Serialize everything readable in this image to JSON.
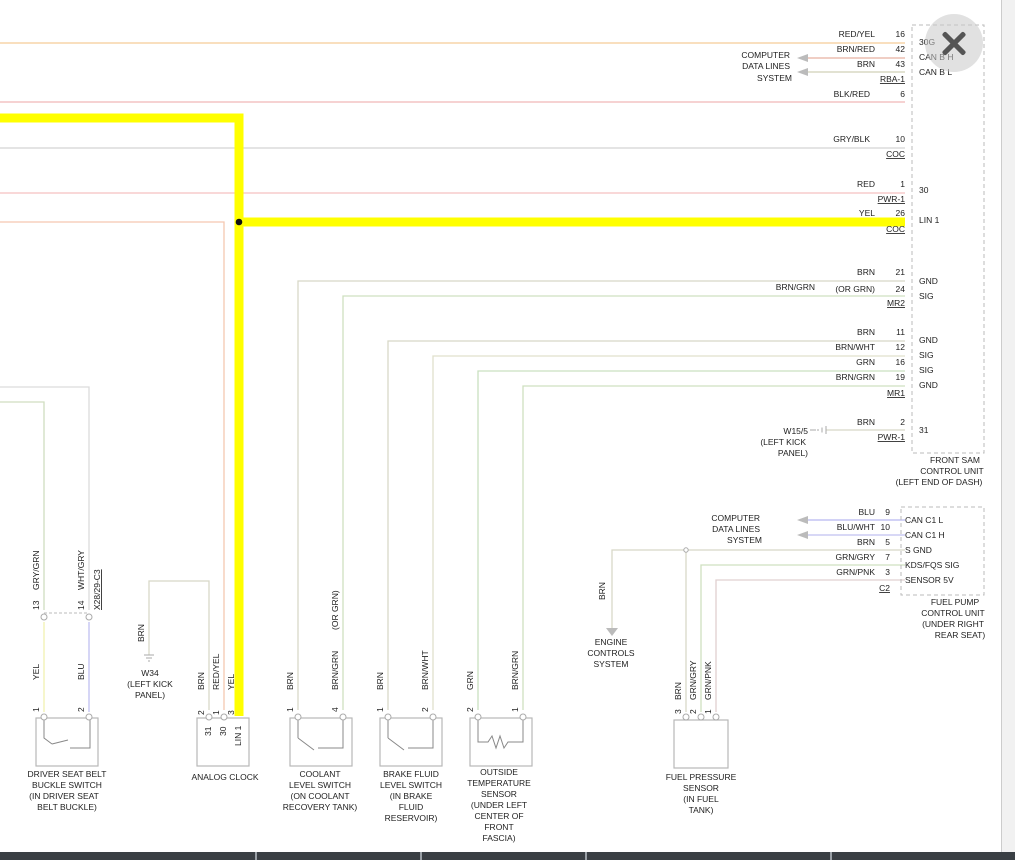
{
  "close_button_label": "×",
  "sam": {
    "pins": [
      {
        "wire": "RED/YEL",
        "num": "16",
        "func": "30G"
      },
      {
        "wire": "BRN/RED",
        "num": "42",
        "func": "CAN B H"
      },
      {
        "wire": "BRN",
        "num": "43",
        "func": "CAN B L"
      },
      {
        "wire": "BLK/RED",
        "num": "6",
        "func": ""
      },
      {
        "wire": "GRY/BLK",
        "num": "10",
        "func": ""
      },
      {
        "wire": "RED",
        "num": "1",
        "func": "30"
      },
      {
        "wire": "YEL",
        "num": "26",
        "func": "LIN 1"
      },
      {
        "wire": "BRN",
        "num": "21",
        "func": "GND"
      },
      {
        "wire": "(OR GRN)",
        "num": "24",
        "func": "SIG"
      },
      {
        "wire": "BRN",
        "num": "11",
        "func": "GND"
      },
      {
        "wire": "BRN/WHT",
        "num": "12",
        "func": "SIG"
      },
      {
        "wire": "GRN",
        "num": "16",
        "func": "SIG"
      },
      {
        "wire": "BRN/GRN",
        "num": "19",
        "func": "GND"
      },
      {
        "wire": "BRN",
        "num": "2",
        "func": "31"
      }
    ],
    "connectors": [
      "RBA-1",
      "COC",
      "PWR-1",
      "COC",
      "MR2",
      "MR1",
      "PWR-1"
    ],
    "label": [
      "FRONT SAM",
      "CONTROL UNIT",
      "(LEFT END OF DASH)"
    ]
  },
  "brn_grn_mr2": "BRN/GRN",
  "computer_data_lines": [
    "COMPUTER",
    "DATA LINES",
    "SYSTEM"
  ],
  "ground_w155": [
    "W15/5",
    "(LEFT KICK",
    "PANEL)"
  ],
  "fuel_pump_unit": {
    "pins": [
      {
        "wire": "BLU",
        "num": "9",
        "func": "CAN C1 L"
      },
      {
        "wire": "BLU/WHT",
        "num": "10",
        "func": "CAN C1 H"
      },
      {
        "wire": "BRN",
        "num": "5",
        "func": "S GND"
      },
      {
        "wire": "GRN/GRY",
        "num": "7",
        "func": "KDS/FQS SIG"
      },
      {
        "wire": "GRN/PNK",
        "num": "3",
        "func": "SENSOR 5V"
      }
    ],
    "connector": "C2",
    "label": [
      "FUEL PUMP",
      "CONTROL UNIT",
      "(UNDER RIGHT",
      "REAR SEAT)"
    ]
  },
  "engine_controls": {
    "wire": "BRN",
    "label": [
      "ENGINE",
      "CONTROLS",
      "SYSTEM"
    ]
  },
  "driver_seat_belt": {
    "upper_wires": [
      "GRY/GRN",
      "WHT/GRY"
    ],
    "upper_pins": [
      "13",
      "14"
    ],
    "connector": "X28/29-C3",
    "lower_wires": [
      "YEL",
      "BLU"
    ],
    "pins": [
      "1",
      "2"
    ],
    "label": [
      "DRIVER SEAT BELT",
      "BUCKLE SWITCH",
      "(IN DRIVER SEAT",
      "BELT BUCKLE)"
    ]
  },
  "ground_w34": {
    "wire": "BRN",
    "label": [
      "W34",
      "(LEFT KICK",
      "PANEL)"
    ]
  },
  "analog_clock": {
    "wires": [
      "BRN",
      "RED/YEL",
      "YEL"
    ],
    "pins": [
      "2",
      "1",
      "3"
    ],
    "pin_funcs": [
      "31",
      "30",
      "LIN 1"
    ],
    "label": "ANALOG CLOCK"
  },
  "coolant_switch": {
    "wires": [
      "BRN",
      "BRN/GRN"
    ],
    "alt": "(OR GRN)",
    "pins": [
      "1",
      "4"
    ],
    "label": [
      "COOLANT",
      "LEVEL SWITCH",
      "(ON COOLANT",
      "RECOVERY TANK)"
    ]
  },
  "brake_fluid_switch": {
    "wires": [
      "BRN",
      "BRN/WHT"
    ],
    "pins": [
      "1",
      "2"
    ],
    "label": [
      "BRAKE FLUID",
      "LEVEL SWITCH",
      "(IN BRAKE",
      "FLUID",
      "RESERVOIR)"
    ]
  },
  "outside_temp_sensor": {
    "wires": [
      "GRN",
      "BRN/GRN"
    ],
    "pins": [
      "2",
      "1"
    ],
    "label": [
      "OUTSIDE",
      "TEMPERATURE",
      "SENSOR",
      "(UNDER LEFT",
      "CENTER OF",
      "FRONT",
      "FASCIA)"
    ]
  },
  "fuel_pressure_sensor": {
    "wires": [
      "BRN",
      "GRN/GRY",
      "GRN/PNK"
    ],
    "pins": [
      "3",
      "2",
      "1"
    ],
    "label": [
      "FUEL PRESSURE",
      "SENSOR",
      "(IN FUEL",
      "TANK)"
    ]
  },
  "colors": {
    "highlight": "#ffff00",
    "yel": "#f2f2b0",
    "red": "#f5b8b8",
    "red_yel": "#f7cf9a",
    "blk_red": "#f0b4b4",
    "gry": "#cfcfcf",
    "brn": "#d8d8c8",
    "grn": "#c9e0c0",
    "blu": "#b8b8f0",
    "box": "#bbbbbb"
  }
}
